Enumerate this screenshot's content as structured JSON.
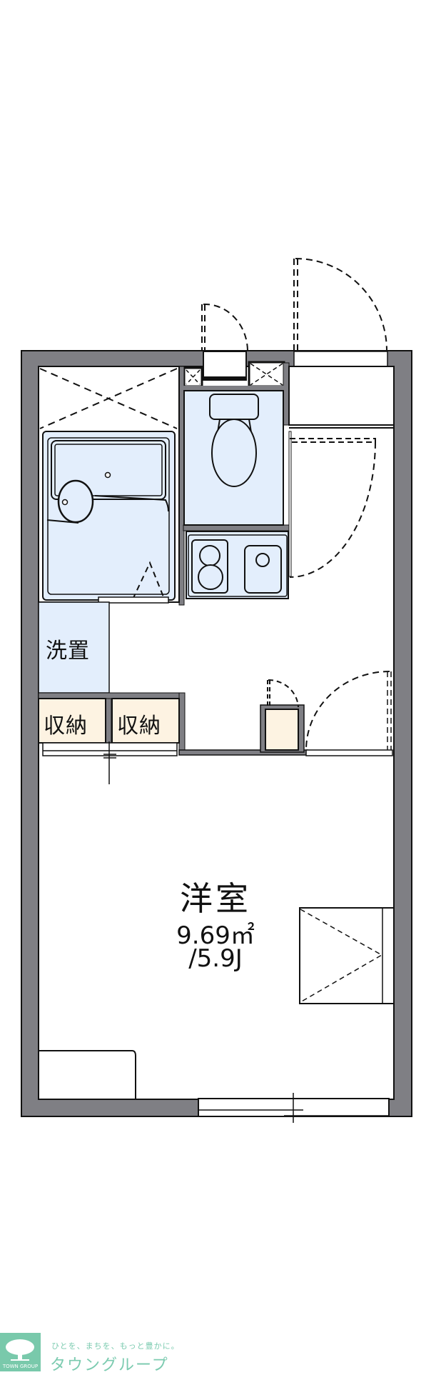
{
  "floorplan": {
    "rooms": {
      "western_room": {
        "name": "洋室",
        "area": "9.69㎡",
        "jo": "/5.9J"
      },
      "washer_space": {
        "name": "洗置"
      },
      "storage_1": {
        "name": "収納"
      },
      "storage_2": {
        "name": "収納"
      }
    },
    "colors": {
      "wall": "#7f7f84",
      "wet_area": "#e3eefc",
      "storage": "#fdf3e2",
      "line": "#111111",
      "logo": "#79c9ab"
    }
  },
  "branding": {
    "logo_text": "TOWN GROUP",
    "tagline": "ひとを、まちを、もっと豊かに。",
    "company_name": "タウングループ"
  }
}
